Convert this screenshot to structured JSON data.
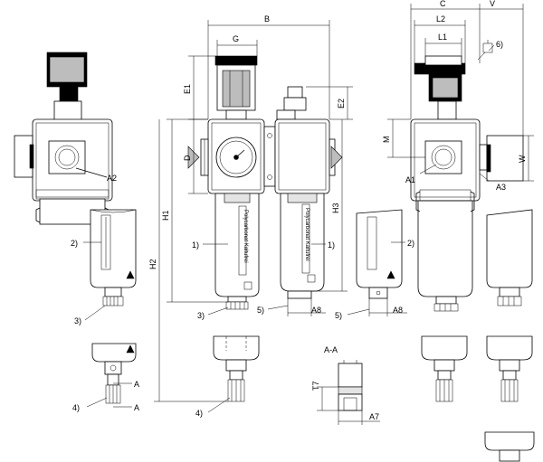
{
  "dimensions": {
    "B": "B",
    "G": "G",
    "E1": "E1",
    "E2": "E2",
    "D": "D",
    "H1": "H1",
    "H2": "H2",
    "H3": "H3",
    "C": "C",
    "V": "V",
    "L1": "L1",
    "L2": "L2",
    "M": "M",
    "W": "W",
    "A8_left": "A8",
    "A8_right": "A8",
    "T7": "T7",
    "A7": "A7",
    "A_top": "A",
    "A_bottom": "A"
  },
  "callouts": {
    "c1_left": "1)",
    "c1_right": "1)",
    "c2_left": "2)",
    "c2_right": "2)",
    "c3_left": "3)",
    "c3_mid": "3)",
    "c4_left": "4)",
    "c4_mid": "4)",
    "c5_left": "5)",
    "c5_right": "5)",
    "c6": "6)",
    "A1": "A1",
    "A2": "A2",
    "A3": "A3"
  },
  "section_label": "A-A",
  "bowl_text_left": "Polycarbonat   Kaltufrei",
  "bowl_text_right": "Polycarbonat   Kaltufrei",
  "icons": [
    "warning-triangle-icon",
    "pressure-gauge-icon",
    "flow-direction-arrow-icon"
  ]
}
